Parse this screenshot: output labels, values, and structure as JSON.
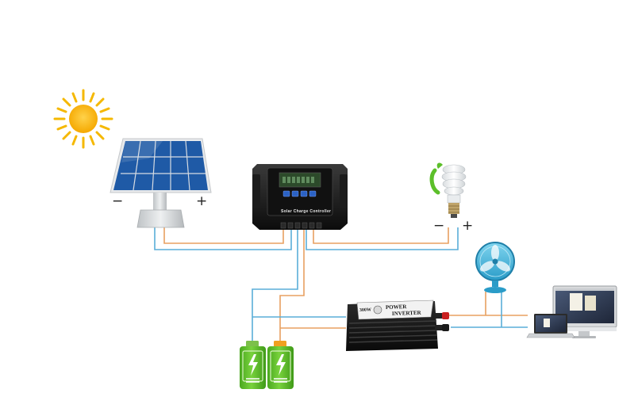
{
  "diagram": {
    "components": {
      "sun": {
        "icon": "sun-icon"
      },
      "solar_panel": {
        "icon": "solar-panel-icon",
        "minus_sign": "−",
        "plus_sign": "+"
      },
      "charge_controller": {
        "icon": "charge-controller-icon",
        "label": "Solar Charge Controller"
      },
      "bulb": {
        "icon": "cfl-bulb-icon",
        "minus_sign": "−",
        "plus_sign": "+"
      },
      "fan": {
        "icon": "desk-fan-icon"
      },
      "batteries": {
        "icon": "battery-icon",
        "count": 2
      },
      "inverter": {
        "icon": "power-inverter-icon",
        "rating": "300W",
        "line1": "POWER",
        "line2": "INVERTER"
      },
      "computers": {
        "icon": "computer-monitor-icon",
        "laptop_icon": "laptop-icon"
      }
    },
    "colors": {
      "positive_wire": "#e8a060",
      "negative_wire": "#5aaed8",
      "battery_green": "#5cbf2a",
      "battery_cap_orange": "#f0a020",
      "sun_yellow": "#f5b800",
      "panel_blue": "#1f5aa6"
    }
  }
}
